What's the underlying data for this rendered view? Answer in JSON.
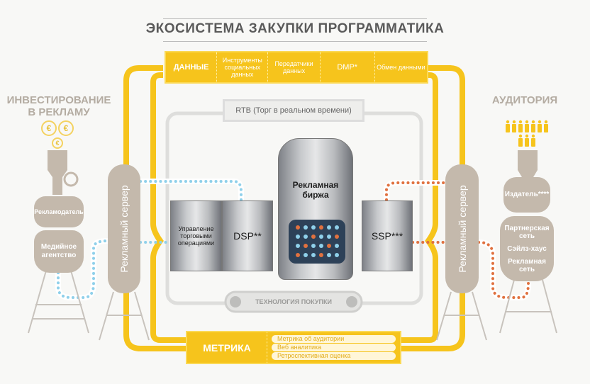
{
  "title": "ЭКОСИСТЕМА ЗАКУПКИ ПРОГРАММАТИКА",
  "data_bar": {
    "label": "ДАННЫЕ",
    "items": [
      "Инструменты социальных данных",
      "Передатчики данных",
      "DMP*",
      "Обмен данными"
    ]
  },
  "left": {
    "heading_line1": "ИНВЕСТИРОВАНИЕ",
    "heading_line2": "В РЕКЛАМУ",
    "coin_symbol": "€",
    "advertiser": "Рекламодатель",
    "agency_line1": "Медийное",
    "agency_line2": "агентство"
  },
  "ad_server_label": "Рекламный сервер",
  "right": {
    "heading": "АУДИТОРИЯ",
    "publisher": "Издатель****",
    "partner_line1": "Партнерская",
    "partner_line2": "сеть",
    "sales_house": "Сэйлз-хаус",
    "ad_network_line1": "Рекламная",
    "ad_network_line2": "сеть"
  },
  "rtb": "RTB (Торг в реальном времени)",
  "units": {
    "trading_line1": "Управление",
    "trading_line2": "торговыми",
    "trading_line3": "операциями",
    "dsp": "DSP**",
    "exchange_line1": "Рекламная",
    "exchange_line2": "биржа",
    "ssp": "SSP***"
  },
  "buying_tech": "ТЕХНОЛОГИЯ ПОКУПКИ",
  "metrics": {
    "label": "МЕТРИКА",
    "items": [
      "Метрика об аудитории",
      "Веб аналитика",
      "Ретроспективная оценка"
    ]
  },
  "colors": {
    "yellow": "#f6c41c",
    "tank": "#c4b9ac",
    "blue_dots": "#8fd0ea",
    "orange_dots": "#e0713f"
  }
}
